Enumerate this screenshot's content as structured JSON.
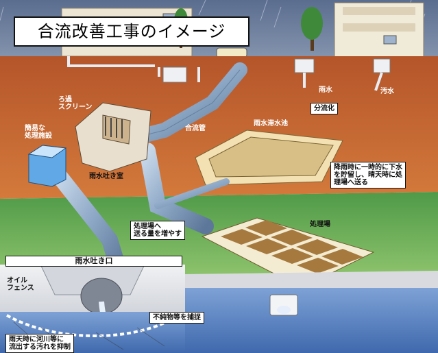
{
  "title": "合流改善工事のイメージ",
  "labels": {
    "screen": [
      "ろ過",
      "スクリーン"
    ],
    "simple_treatment": [
      "簡易な",
      "処理施設"
    ],
    "combined_pipe": "合流管",
    "rain_chamber": "雨水吐き室",
    "rainwater_label": "雨水",
    "sewage_label": "汚水",
    "separated": "分流化",
    "storage_pond": "雨水滞水池",
    "storage_desc": [
      "降雨時に一時的に下水",
      "を貯留し、晴天時に処",
      "理場へ送る"
    ],
    "increase_flow": [
      "処理場へ",
      "送る量を増やす"
    ],
    "treatment_plant": "処理場",
    "outfall": "雨水吐き口",
    "oil_fence": [
      "オイル",
      "フェンス"
    ],
    "capture": "不純物等を捕捉",
    "suppress": [
      "雨天時に河川等に",
      "流出する汚れを抑制"
    ]
  },
  "colors": {
    "sky": "#6e7e9c",
    "soil": "#c8662d",
    "ground": "#6aa84f",
    "pipe": "#9fb6d2",
    "pond_frame": "#f0dcaa",
    "plant_cell": "#a67a3f",
    "river": "#5d86c4",
    "wall": "#dcdde2"
  }
}
